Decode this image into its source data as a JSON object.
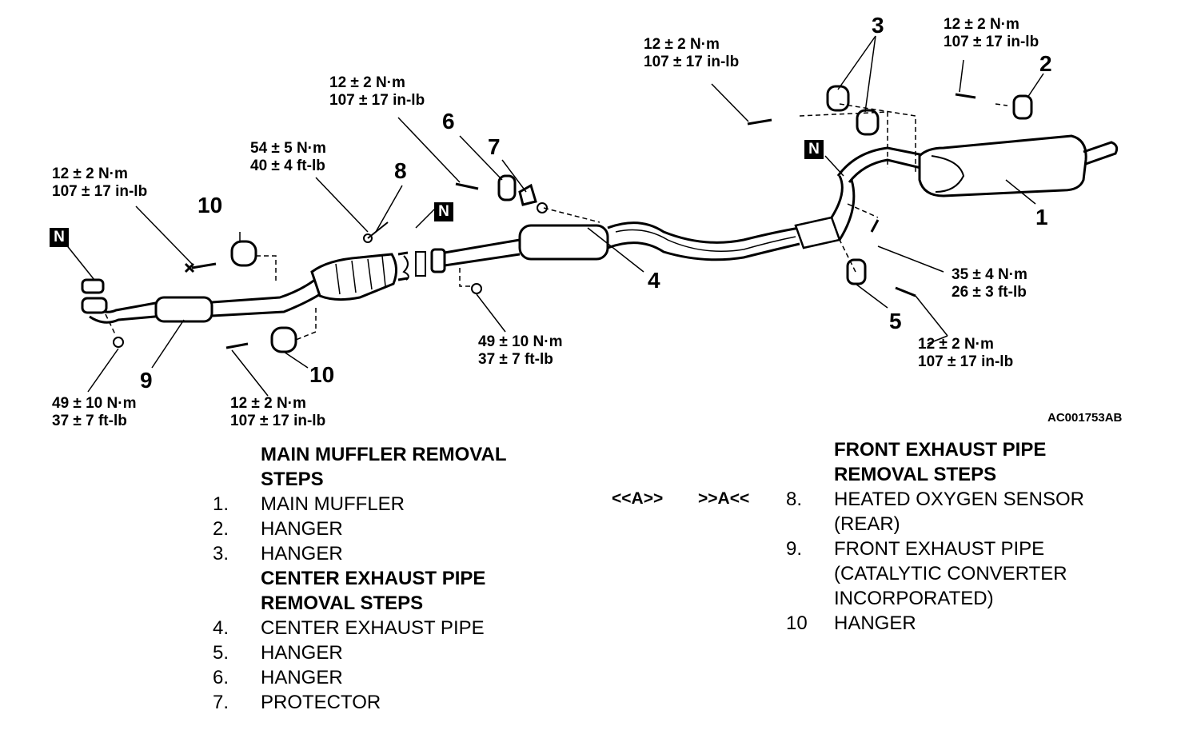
{
  "torque_labels": [
    {
      "id": "t1",
      "line1": "12 ± 2 N·m",
      "line2": "107 ± 17 in-lb"
    },
    {
      "id": "t2",
      "line1": "12 ± 2 N·m",
      "line2": "107 ± 17 in-lb"
    },
    {
      "id": "t3",
      "line1": "12 ± 2 N·m",
      "line2": "107 ± 17 in-lb"
    },
    {
      "id": "t4",
      "line1": "54 ± 5 N·m",
      "line2": "40 ± 4 ft-lb"
    },
    {
      "id": "t5",
      "line1": "12 ± 2 N·m",
      "line2": "107 ± 17 in-lb"
    },
    {
      "id": "t6",
      "line1": "35 ± 4 N·m",
      "line2": "26 ± 3 ft-lb"
    },
    {
      "id": "t7",
      "line1": "12 ± 2 N·m",
      "line2": "107 ± 17 in-lb"
    },
    {
      "id": "t8",
      "line1": "49 ± 10 N·m",
      "line2": "37 ± 7 ft-lb"
    },
    {
      "id": "t9",
      "line1": "49 ± 10 N·m",
      "line2": "37 ± 7 ft-lb"
    },
    {
      "id": "t10",
      "line1": "12 ± 2 N·m",
      "line2": "107 ± 17 in-lb"
    }
  ],
  "callouts": {
    "c1": "1",
    "c2": "2",
    "c3": "3",
    "c4": "4",
    "c5": "5",
    "c6": "6",
    "c7": "7",
    "c8": "8",
    "c9": "9",
    "c10a": "10",
    "c10b": "10"
  },
  "n_marker": "N",
  "figure_id": "AC001753AB",
  "marks": {
    "a_left": "<<A>>",
    "a_right": ">>A<<"
  },
  "left_steps": [
    {
      "num": "",
      "text": "MAIN MUFFLER REMOVAL",
      "header": true
    },
    {
      "num": "",
      "text": "STEPS",
      "header": true
    },
    {
      "num": "1.",
      "text": "MAIN MUFFLER",
      "header": false
    },
    {
      "num": "2.",
      "text": "HANGER",
      "header": false
    },
    {
      "num": "3.",
      "text": "HANGER",
      "header": false
    },
    {
      "num": "",
      "text": "CENTER EXHAUST PIPE",
      "header": true
    },
    {
      "num": "",
      "text": "REMOVAL STEPS",
      "header": true
    },
    {
      "num": "4.",
      "text": "CENTER EXHAUST PIPE",
      "header": false
    },
    {
      "num": "5.",
      "text": "HANGER",
      "header": false
    },
    {
      "num": "6.",
      "text": "HANGER",
      "header": false
    },
    {
      "num": "7.",
      "text": "PROTECTOR",
      "header": false
    }
  ],
  "right_steps": [
    {
      "num": "",
      "text": "FRONT EXHAUST PIPE",
      "header": true
    },
    {
      "num": "",
      "text": "REMOVAL STEPS",
      "header": true
    },
    {
      "num": "8.",
      "text": "HEATED OXYGEN SENSOR",
      "header": false
    },
    {
      "num": "",
      "text": "(REAR)",
      "header": false
    },
    {
      "num": "9.",
      "text": "FRONT EXHAUST PIPE",
      "header": false
    },
    {
      "num": "",
      "text": "(CATALYTIC CONVERTER",
      "header": false
    },
    {
      "num": "",
      "text": "INCORPORATED)",
      "header": false
    },
    {
      "num": "10",
      "text": "HANGER",
      "header": false
    }
  ]
}
